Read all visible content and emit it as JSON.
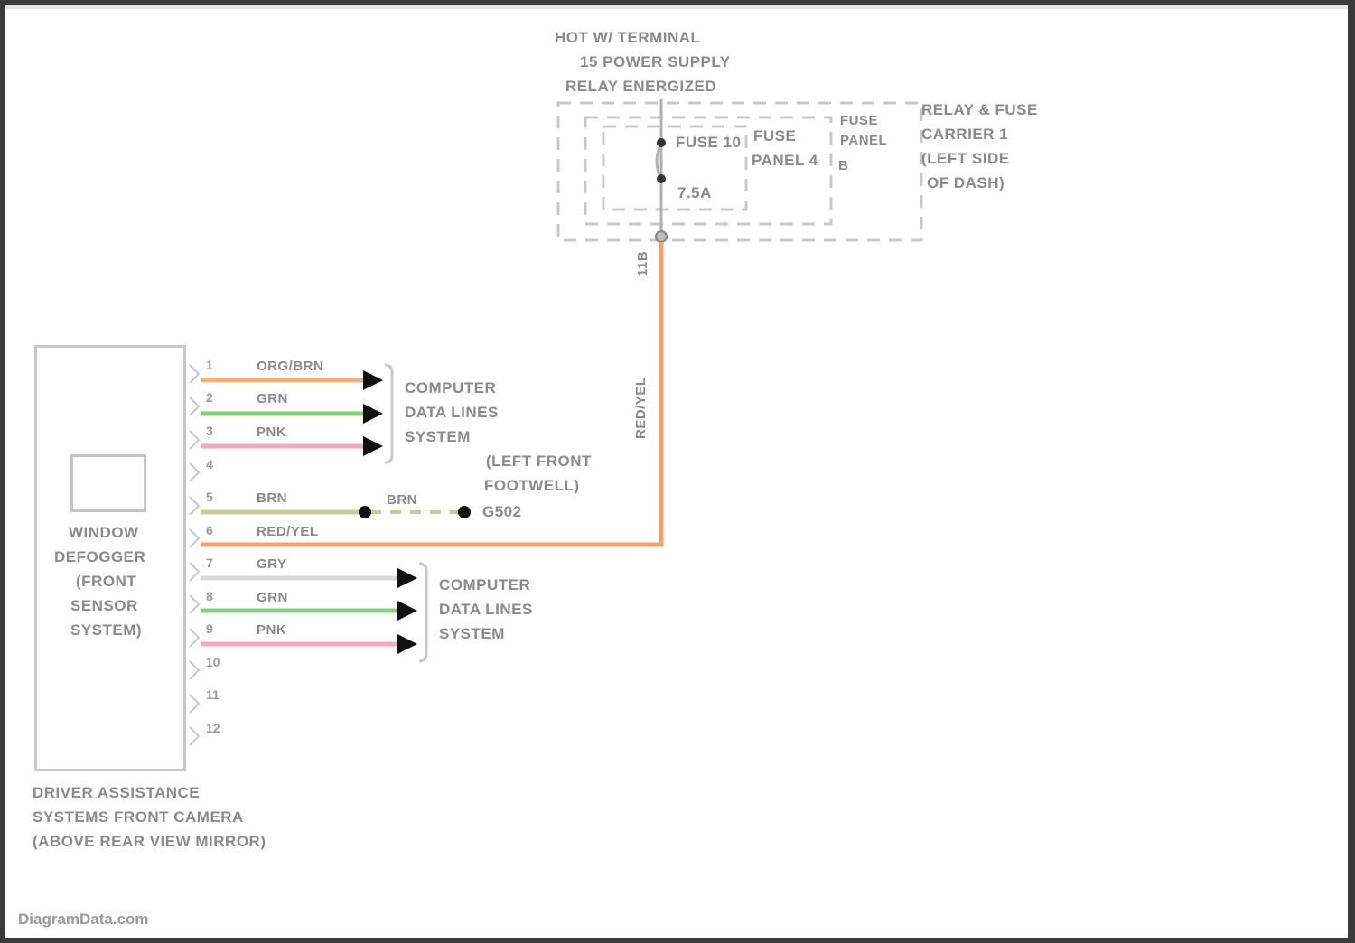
{
  "power_source": {
    "lines": [
      "HOT W/ TERMINAL",
      "15 POWER SUPPLY",
      "RELAY ENERGIZED"
    ]
  },
  "fuse": {
    "label": "FUSE 10",
    "rating": "7.5A",
    "panel_label_1": "FUSE",
    "panel_label_2": "PANEL 4",
    "panel_pin": "B",
    "panel_b_lines": [
      "FUSE",
      "PANEL"
    ],
    "carrier_lines": [
      "RELAY & FUSE",
      "CARRIER 1",
      "(LEFT SIDE",
      "OF DASH)"
    ]
  },
  "power_wire": {
    "size": "11B",
    "color_label": "RED/YEL",
    "color": "#f4a070"
  },
  "component": {
    "name_lines": [
      "WINDOW",
      "DEFOGGER",
      "(FRONT",
      "SENSOR",
      "SYSTEM)"
    ],
    "caption_lines": [
      "DRIVER ASSISTANCE",
      "SYSTEMS FRONT CAMERA",
      "(ABOVE REAR VIEW MIRROR)"
    ]
  },
  "pins": [
    {
      "num": "1",
      "wire": "ORG/BRN",
      "color": "#f5b07a"
    },
    {
      "num": "2",
      "wire": "GRN",
      "color": "#7fd47a"
    },
    {
      "num": "3",
      "wire": "PNK",
      "color": "#f5a8c2"
    },
    {
      "num": "4",
      "wire": "",
      "color": ""
    },
    {
      "num": "5",
      "wire": "BRN",
      "color": "#c9c99a"
    },
    {
      "num": "6",
      "wire": "RED/YEL",
      "color": "#f4a070"
    },
    {
      "num": "7",
      "wire": "GRY",
      "color": "#d8d8d8"
    },
    {
      "num": "8",
      "wire": "GRN",
      "color": "#7fd47a"
    },
    {
      "num": "9",
      "wire": "PNK",
      "color": "#f5a8c2"
    },
    {
      "num": "10",
      "wire": "",
      "color": ""
    },
    {
      "num": "11",
      "wire": "",
      "color": ""
    },
    {
      "num": "12",
      "wire": "",
      "color": ""
    }
  ],
  "destinations": {
    "data_lines_1": [
      "COMPUTER",
      "DATA LINES",
      "SYSTEM"
    ],
    "data_lines_2": [
      "COMPUTER",
      "DATA LINES",
      "SYSTEM"
    ],
    "ground_location": [
      "(LEFT FRONT",
      "FOOTWELL)"
    ],
    "ground_label": "G502",
    "ground_wire": "BRN"
  },
  "watermark": "DiagramData.com"
}
